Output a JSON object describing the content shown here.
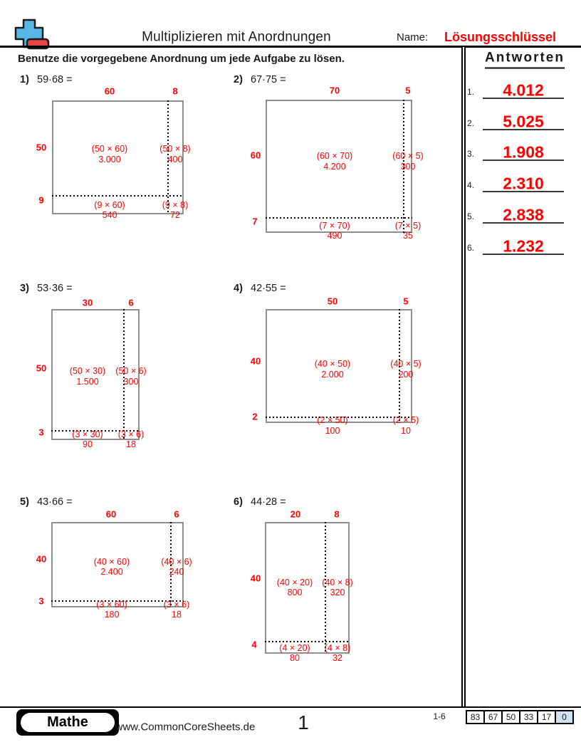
{
  "header": {
    "title": "Multiplizieren mit Anordnungen",
    "name_label": "Name:",
    "answer_key_label": "Lösungsschlüssel",
    "instruction": "Benutze die vorgegebene Anordnung um jede Aufgabe zu lösen.",
    "answers_heading": "Antworten"
  },
  "colors": {
    "accent_red": "#fe0000",
    "grid_border_gray": "#8f8f8f",
    "score_highlight_blue": "#cfe2f3",
    "logo_blue": "#59b7e6",
    "logo_red": "#e84545"
  },
  "problems": [
    {
      "number": "1)",
      "expression": "59·68 =",
      "top_labels": [
        "60",
        "8"
      ],
      "side_labels": [
        "50",
        "9"
      ],
      "cells": [
        {
          "expr": "(50 × 60)",
          "value": "3.000"
        },
        {
          "expr": "(50 × 8)",
          "value": "400"
        },
        {
          "expr": "(9 × 60)",
          "value": "540"
        },
        {
          "expr": "(9 × 8)",
          "value": "72"
        }
      ]
    },
    {
      "number": "2)",
      "expression": "67·75 =",
      "top_labels": [
        "70",
        "5"
      ],
      "side_labels": [
        "60",
        "7"
      ],
      "cells": [
        {
          "expr": "(60 × 70)",
          "value": "4.200"
        },
        {
          "expr": "(60 × 5)",
          "value": "300"
        },
        {
          "expr": "(7 × 70)",
          "value": "490"
        },
        {
          "expr": "(7 × 5)",
          "value": "35"
        }
      ]
    },
    {
      "number": "3)",
      "expression": "53·36 =",
      "top_labels": [
        "30",
        "6"
      ],
      "side_labels": [
        "50",
        "3"
      ],
      "cells": [
        {
          "expr": "(50 × 30)",
          "value": "1.500"
        },
        {
          "expr": "(50 × 6)",
          "value": "300"
        },
        {
          "expr": "(3 × 30)",
          "value": "90"
        },
        {
          "expr": "(3 × 6)",
          "value": "18"
        }
      ]
    },
    {
      "number": "4)",
      "expression": "42·55 =",
      "top_labels": [
        "50",
        "5"
      ],
      "side_labels": [
        "40",
        "2"
      ],
      "cells": [
        {
          "expr": "(40 × 50)",
          "value": "2.000"
        },
        {
          "expr": "(40 × 5)",
          "value": "200"
        },
        {
          "expr": "(2 × 50)",
          "value": "100"
        },
        {
          "expr": "(2 × 5)",
          "value": "10"
        }
      ]
    },
    {
      "number": "5)",
      "expression": "43·66 =",
      "top_labels": [
        "60",
        "6"
      ],
      "side_labels": [
        "40",
        "3"
      ],
      "cells": [
        {
          "expr": "(40 × 60)",
          "value": "2.400"
        },
        {
          "expr": "(40 × 6)",
          "value": "240"
        },
        {
          "expr": "(3 × 60)",
          "value": "180"
        },
        {
          "expr": "(3 × 6)",
          "value": "18"
        }
      ]
    },
    {
      "number": "6)",
      "expression": "44·28 =",
      "top_labels": [
        "20",
        "8"
      ],
      "side_labels": [
        "40",
        "4"
      ],
      "cells": [
        {
          "expr": "(40 × 20)",
          "value": "800"
        },
        {
          "expr": "(40 × 8)",
          "value": "320"
        },
        {
          "expr": "(4 × 20)",
          "value": "80"
        },
        {
          "expr": "(4 × 8)",
          "value": "32"
        }
      ]
    }
  ],
  "answers": [
    {
      "number": "1.",
      "value": "4.012"
    },
    {
      "number": "2.",
      "value": "5.025"
    },
    {
      "number": "3.",
      "value": "1.908"
    },
    {
      "number": "4.",
      "value": "2.310"
    },
    {
      "number": "5.",
      "value": "2.838"
    },
    {
      "number": "6.",
      "value": "1.232"
    }
  ],
  "footer": {
    "subject": "Mathe",
    "website": "www.CommonCoreSheets.de",
    "page_number": "1",
    "range_label": "1-6",
    "scores": [
      "83",
      "67",
      "50",
      "33",
      "17",
      "0"
    ]
  }
}
